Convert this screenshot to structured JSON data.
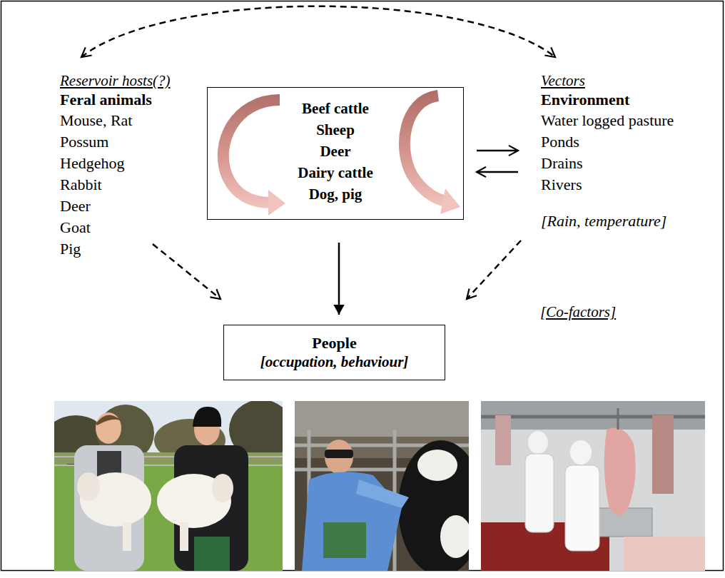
{
  "diagram": {
    "nodes": [
      {
        "text": [
          "Reservoir hosts(?)",
          "Feral animals",
          "Mouse, Rat",
          "Possum",
          "Hedgehog",
          "Rabbit",
          "Deer",
          "Goat",
          "Pig"
        ]
      },
      {
        "text": [
          "Beef cattle",
          "Sheep",
          "Deer",
          "Dairy cattle",
          "Dog, pig"
        ]
      },
      {
        "text": [
          "Vectors",
          "Environment",
          "Water logged pasture",
          "Ponds",
          "Drains",
          "Rivers",
          "[Rain, temperature]"
        ]
      },
      {
        "text": [
          "People",
          "[occupation, behaviour]"
        ]
      }
    ],
    "edges": [
      {
        "from": 0,
        "to": 2,
        "arrow": "both"
      },
      {
        "from": 1,
        "to": 2,
        "arrow": "to"
      },
      {
        "from": 2,
        "to": 1,
        "arrow": "to"
      },
      {
        "from": 1,
        "to": 3,
        "arrow": "to"
      },
      {
        "from": 0,
        "to": 3,
        "arrow": "to"
      },
      {
        "from": 2,
        "to": 3,
        "arrow": "to"
      }
    ],
    "labels": [
      "[Co-factors]"
    ]
  }
}
